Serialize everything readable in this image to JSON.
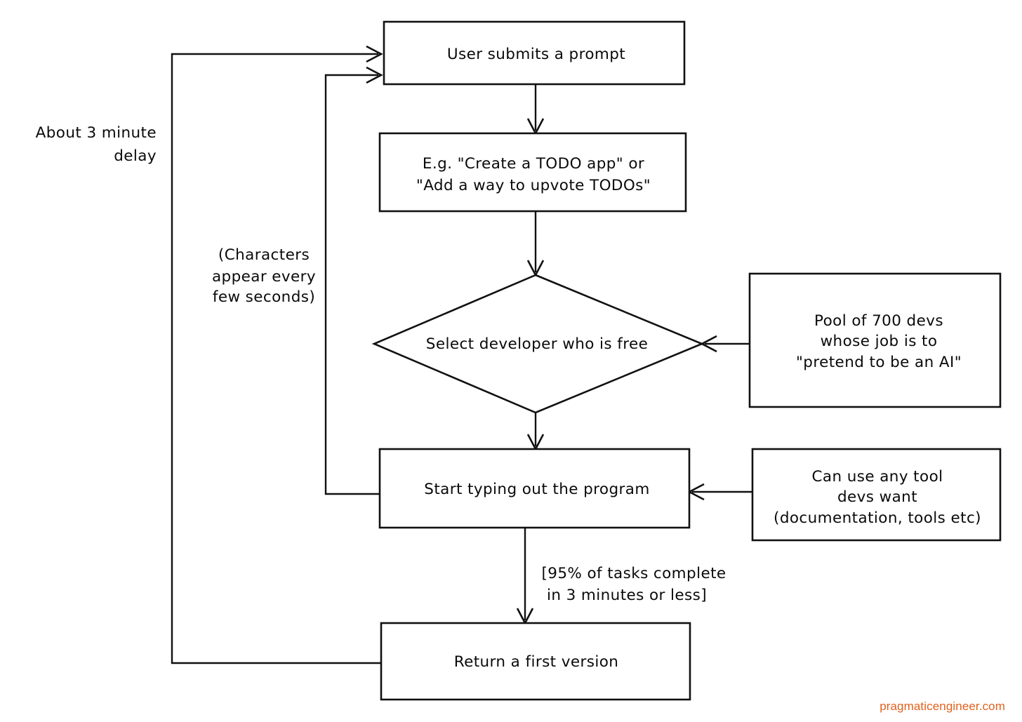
{
  "diagram": {
    "title": "AI coding assistant flow parody",
    "background_color": "#ffffff",
    "stroke_color": "#111111",
    "watermark": {
      "label": "pragmaticengineer.com",
      "color": "#E2611C"
    }
  },
  "nodes": {
    "submit_prompt": {
      "shape": "rectangle",
      "label": "User submits a prompt"
    },
    "prompt_example": {
      "shape": "rectangle",
      "line1": "E.g. \"Create a TODO app\" or",
      "line2": "\"Add a way to upvote TODOs\""
    },
    "select_developer": {
      "shape": "diamond",
      "label": "Select developer who is free"
    },
    "start_typing": {
      "shape": "rectangle",
      "label": "Start typing out the program"
    },
    "return_version": {
      "shape": "rectangle",
      "label": "Return a first version"
    },
    "dev_pool": {
      "shape": "rectangle",
      "line1": "Pool of 700 devs",
      "line2": "whose job is to",
      "line3": "\"pretend to be an AI\""
    },
    "any_tool": {
      "shape": "rectangle",
      "line1": "Can use any tool",
      "line2": "devs want",
      "line3": "(documentation, tools etc)"
    }
  },
  "annotations": {
    "delay_note": {
      "line1": "About 3 minute",
      "line2": "delay"
    },
    "characters_note": {
      "line1": "(Characters",
      "line2": "appear every",
      "line3": "few seconds)"
    },
    "completion_note": {
      "line1": "[95% of tasks complete",
      "line2": "in 3 minutes or less]"
    }
  },
  "edges": [
    {
      "name": "submit-to-example",
      "from": "submit_prompt",
      "to": "prompt_example",
      "arrow": true
    },
    {
      "name": "example-to-select",
      "from": "prompt_example",
      "to": "select_developer",
      "arrow": true
    },
    {
      "name": "select-to-typing",
      "from": "select_developer",
      "to": "start_typing",
      "arrow": true
    },
    {
      "name": "typing-to-return",
      "from": "start_typing",
      "to": "return_version",
      "arrow": true
    },
    {
      "name": "pool-to-select",
      "from": "dev_pool",
      "to": "select_developer",
      "arrow": true
    },
    {
      "name": "tools-to-typing",
      "from": "any_tool",
      "to": "start_typing",
      "arrow": true
    },
    {
      "name": "return-loopback-to-submit",
      "from": "return_version",
      "to": "submit_prompt",
      "arrow": true
    },
    {
      "name": "typing-loopback-to-submit",
      "from": "start_typing",
      "to": "submit_prompt",
      "arrow": true
    }
  ]
}
